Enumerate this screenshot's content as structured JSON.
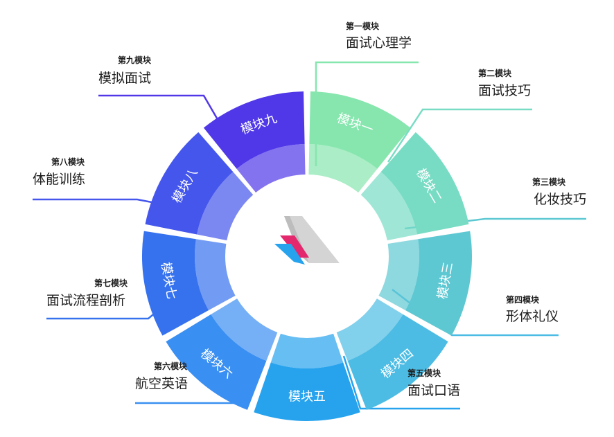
{
  "modules": [
    {
      "seg_label": "模块一",
      "caption_small": "第一模块",
      "caption_big": "面试心理学",
      "color": "#86e6ae"
    },
    {
      "seg_label": "模块二",
      "caption_small": "第二模块",
      "caption_big": "面试技巧",
      "color": "#78dcc4"
    },
    {
      "seg_label": "模块三",
      "caption_small": "第三模块",
      "caption_big": "化妆技巧",
      "color": "#5ec8d2"
    },
    {
      "seg_label": "模块四",
      "caption_small": "第四模块",
      "caption_big": "形体礼仪",
      "color": "#4cbce4"
    },
    {
      "seg_label": "模块五",
      "caption_small": "第五模块",
      "caption_big": "面试口语",
      "color": "#27a3ee"
    },
    {
      "seg_label": "模块六",
      "caption_small": "第六模块",
      "caption_big": "航空英语",
      "color": "#3a8ff2"
    },
    {
      "seg_label": "模块七",
      "caption_small": "第七模块",
      "caption_big": "面试流程剖析",
      "color": "#3672ee"
    },
    {
      "seg_label": "模块八",
      "caption_small": "第八模块",
      "caption_big": "体能训练",
      "color": "#4556ec"
    },
    {
      "seg_label": "模块九",
      "caption_small": "第九模块",
      "caption_big": "模拟面试",
      "color": "#5038e8"
    }
  ],
  "logo": {
    "icon": "airline-tail-logo-icon",
    "colors": [
      "#cccccc",
      "#e4286e",
      "#27a3ee"
    ]
  }
}
